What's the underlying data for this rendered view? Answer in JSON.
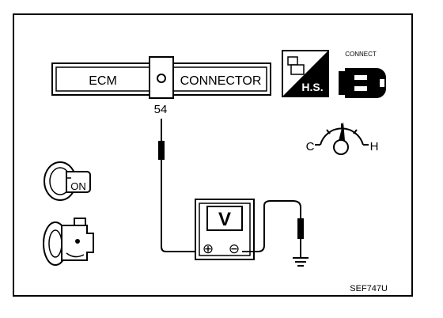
{
  "connector": {
    "left_label": "ECM",
    "right_label": "CONNECTOR",
    "terminal": "54"
  },
  "icons": {
    "hs_label": "H.S.",
    "connect_label": "CONNECT",
    "ignition_label": "ON",
    "cold_label": "C",
    "hot_label": "H",
    "meter_label": "V",
    "plus_symbol": "⊕",
    "minus_symbol": "⊖"
  },
  "figure_code": "SEF747U"
}
